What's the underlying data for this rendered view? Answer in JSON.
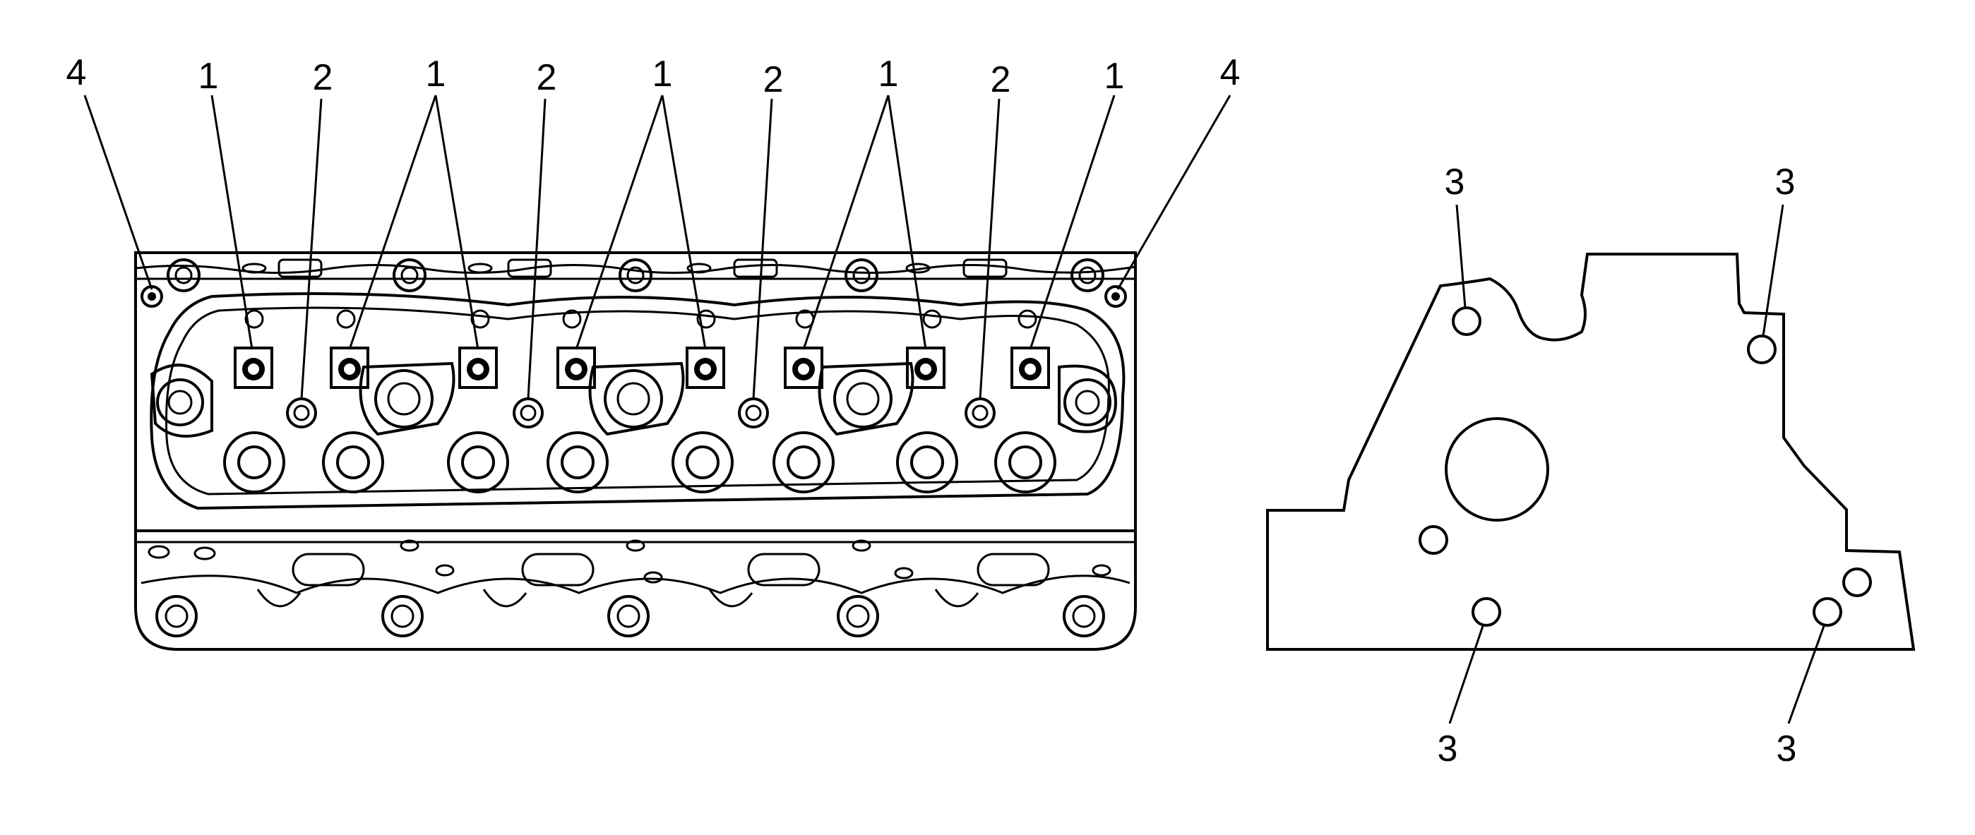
{
  "diagram": {
    "callouts": {
      "valve_guide_plug": "1",
      "coolant_passage": "2",
      "front_cover_hole": "3",
      "dowel_hole": "4"
    }
  }
}
